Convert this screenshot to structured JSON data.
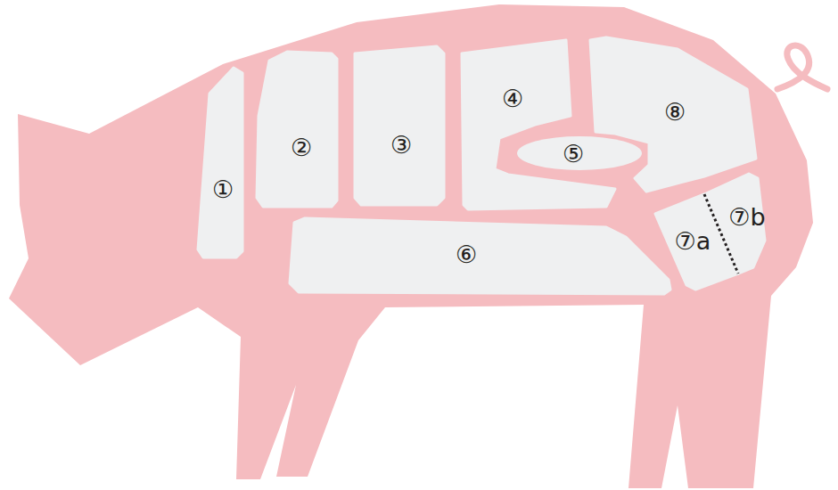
{
  "diagram": {
    "nodes": [
      {
        "text": [
          "①"
        ]
      },
      {
        "text": [
          "②"
        ]
      },
      {
        "text": [
          "③"
        ]
      },
      {
        "text": [
          "④"
        ]
      },
      {
        "text": [
          "⑤"
        ]
      },
      {
        "text": [
          "⑥"
        ]
      },
      {
        "text": [
          "⑦a"
        ]
      },
      {
        "text": [
          "⑦b"
        ]
      },
      {
        "text": [
          "⑧"
        ]
      }
    ]
  }
}
